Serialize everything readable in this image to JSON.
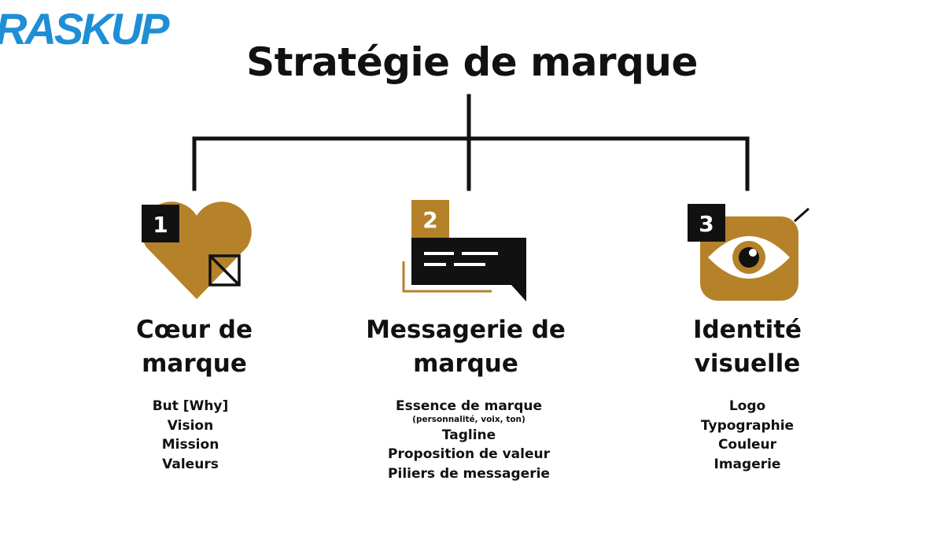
{
  "logo": {
    "text": "RASKUP",
    "color": "#1e8fd6"
  },
  "title": "Stratégie de marque",
  "colors": {
    "gold": "#b5822a",
    "dark": "#111111"
  },
  "columns": [
    {
      "number": "1",
      "icon": "heart-icon",
      "heading_line1": "Cœur de",
      "heading_line2": "marque",
      "items": [
        "But [Why]",
        "Vision",
        "Mission",
        "Valeurs"
      ]
    },
    {
      "number": "2",
      "icon": "chat-bubble-icon",
      "heading_line1": "Messagerie de",
      "heading_line2": "marque",
      "items": [
        "Essence de marque",
        "(personnalité, voix, ton)",
        "Tagline",
        "Proposition de valeur",
        "Piliers de messagerie"
      ]
    },
    {
      "number": "3",
      "icon": "eye-icon",
      "heading_line1": "Identité",
      "heading_line2": "visuelle",
      "items": [
        "Logo",
        "Typographie",
        "Couleur",
        "Imagerie"
      ]
    }
  ]
}
